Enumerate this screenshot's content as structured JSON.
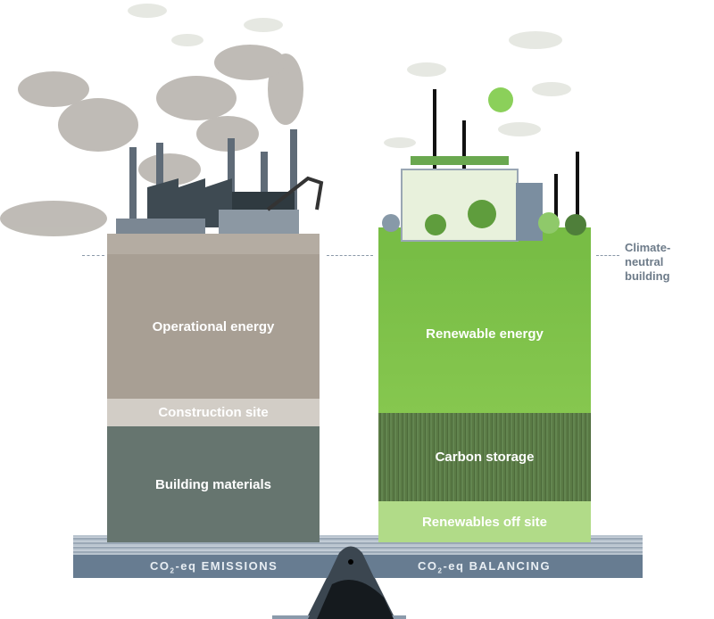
{
  "left_column": {
    "segments": [
      {
        "label": "Operational energy",
        "color": "#a89f94"
      },
      {
        "label": "Construction site",
        "color": "#d2cdc6"
      },
      {
        "label": "Building materials",
        "color": "#66756f"
      }
    ]
  },
  "right_column": {
    "segments": [
      {
        "label": "Renewable energy",
        "color": "#7cc242"
      },
      {
        "label": "Carbon storage",
        "color": "#5a7a45"
      },
      {
        "label": "Renewables off site",
        "color": "#b1db88"
      }
    ]
  },
  "reference_line_label": "Climate-neutral building",
  "scale": {
    "left_label_prefix": "CO",
    "left_label_sub": "2",
    "left_label_suffix": "-eq EMISSIONS",
    "right_label_prefix": "CO",
    "right_label_sub": "2",
    "right_label_suffix": "-eq BALANCING"
  }
}
